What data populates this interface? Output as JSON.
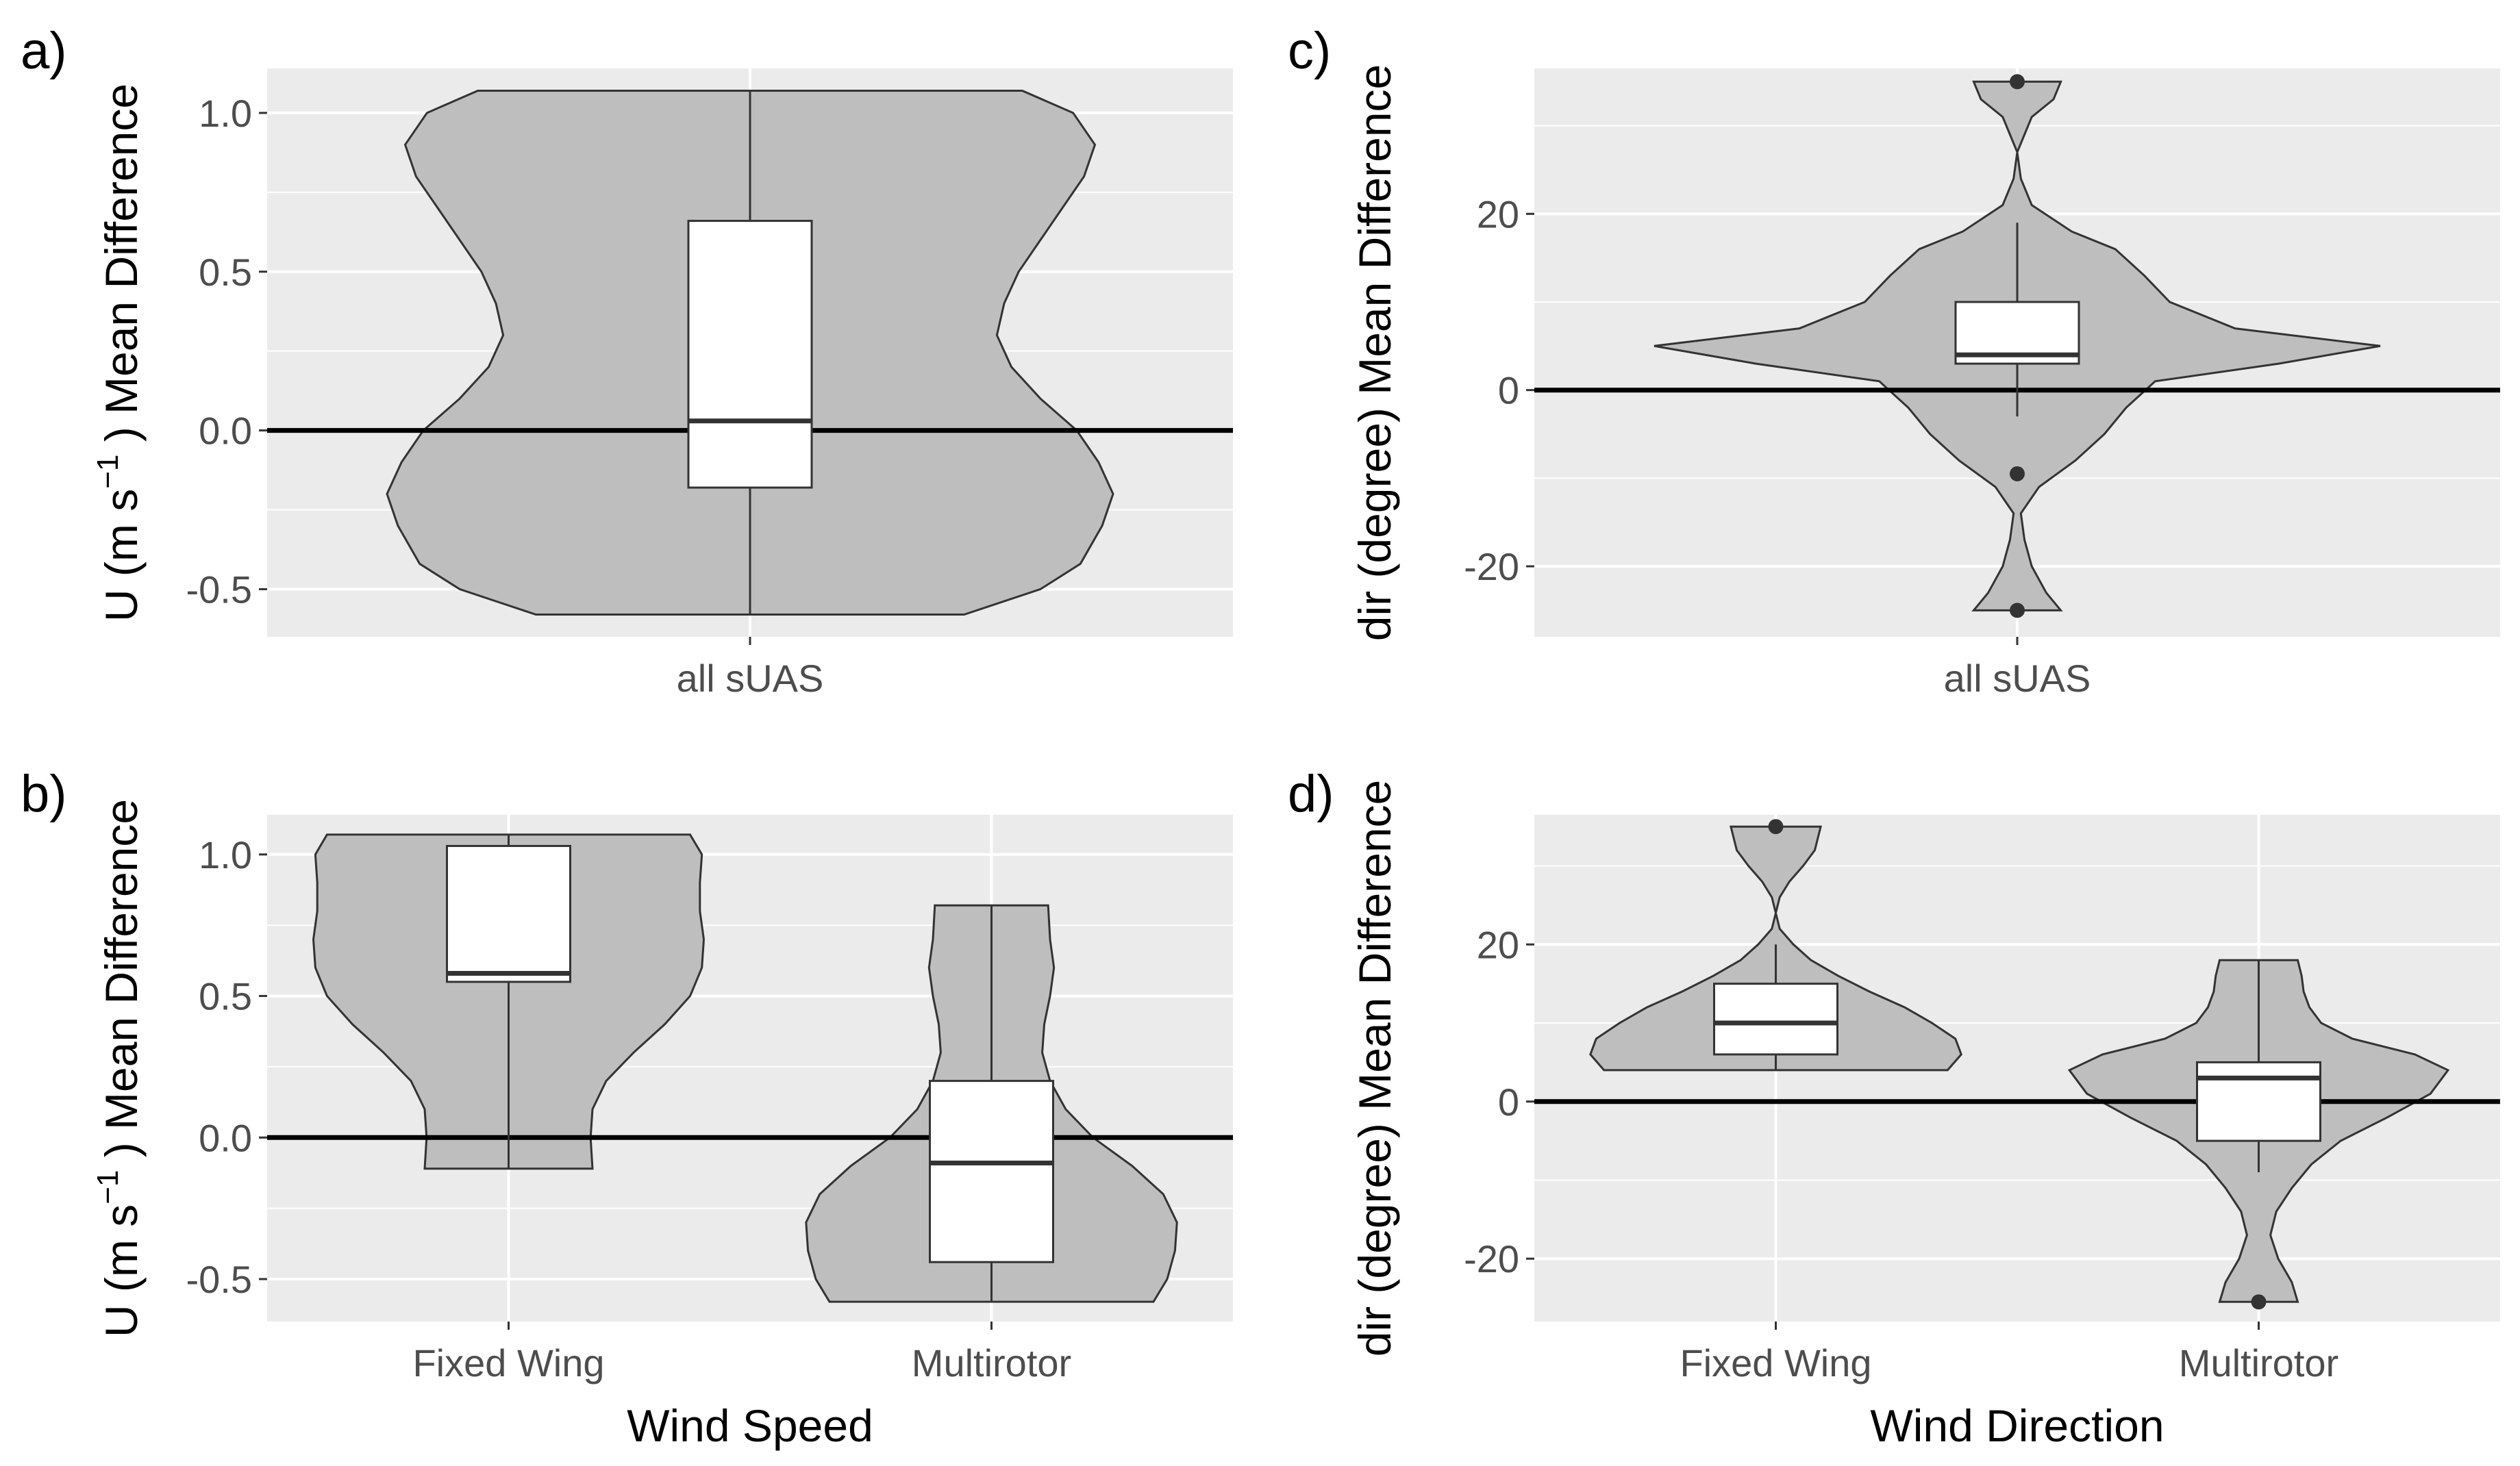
{
  "colors": {
    "panel_background": "#EBEBEB",
    "grid_major": "#FFFFFF",
    "violin_fill": "#BEBEBE",
    "violin_outline": "#333333",
    "box_fill": "#FFFFFF",
    "zero_line": "#000000",
    "outlier": "#333333"
  },
  "chart_data": [
    {
      "panel": "a)",
      "type": "violin",
      "xlabel": "",
      "ylabel": "U (m s-1) Mean Difference",
      "ylabel_parts": {
        "main": "U (m s",
        "sup": "−1",
        "tail": " ) Mean Difference"
      },
      "ylim": [
        -0.65,
        1.14
      ],
      "yticks": [
        1.0,
        0.5,
        0.0,
        -0.5
      ],
      "ytick_labels": [
        "1.0",
        "0.5",
        "0.0",
        "-0.5"
      ],
      "hline": 0,
      "categories": [
        "all sUAS"
      ],
      "series": [
        {
          "category": "all sUAS",
          "min": -0.58,
          "q1": -0.18,
          "median": 0.03,
          "q3": 0.66,
          "max": 1.07,
          "whisker_low": -0.58,
          "whisker_high": 1.07,
          "outliers": [],
          "density": [
            [
              -0.58,
              0.59
            ],
            [
              -0.5,
              0.8
            ],
            [
              -0.42,
              0.91
            ],
            [
              -0.3,
              0.97
            ],
            [
              -0.2,
              1.0
            ],
            [
              -0.1,
              0.96
            ],
            [
              0.0,
              0.9
            ],
            [
              0.1,
              0.8
            ],
            [
              0.2,
              0.72
            ],
            [
              0.3,
              0.68
            ],
            [
              0.4,
              0.7
            ],
            [
              0.5,
              0.74
            ],
            [
              0.6,
              0.8
            ],
            [
              0.7,
              0.86
            ],
            [
              0.8,
              0.92
            ],
            [
              0.9,
              0.95
            ],
            [
              1.0,
              0.89
            ],
            [
              1.07,
              0.75
            ]
          ]
        }
      ]
    },
    {
      "panel": "b)",
      "type": "violin",
      "xlabel": "Wind Speed",
      "ylabel": "U (m s-1) Mean Difference",
      "ylabel_parts": {
        "main": "U (m s",
        "sup": "−1",
        "tail": " ) Mean Difference"
      },
      "ylim": [
        -0.65,
        1.14
      ],
      "yticks": [
        1.0,
        0.5,
        0.0,
        -0.5
      ],
      "ytick_labels": [
        "1.0",
        "0.5",
        "0.0",
        "-0.5"
      ],
      "hline": 0,
      "categories": [
        "Fixed Wing",
        "Multirotor"
      ],
      "series": [
        {
          "category": "Fixed Wing",
          "min": -0.11,
          "q1": 0.55,
          "median": 0.58,
          "q3": 1.03,
          "max": 1.07,
          "whisker_low": -0.11,
          "whisker_high": 1.07,
          "outliers": [],
          "density": [
            [
              -0.11,
              0.43
            ],
            [
              0.0,
              0.42
            ],
            [
              0.1,
              0.43
            ],
            [
              0.2,
              0.5
            ],
            [
              0.3,
              0.64
            ],
            [
              0.4,
              0.8
            ],
            [
              0.5,
              0.93
            ],
            [
              0.6,
              0.99
            ],
            [
              0.7,
              1.0
            ],
            [
              0.8,
              0.98
            ],
            [
              0.9,
              0.98
            ],
            [
              1.0,
              0.99
            ],
            [
              1.07,
              0.93
            ]
          ]
        },
        {
          "category": "Multirotor",
          "min": -0.58,
          "q1": -0.44,
          "median": -0.09,
          "q3": 0.2,
          "max": 0.82,
          "whisker_low": -0.58,
          "whisker_high": 0.82,
          "outliers": [],
          "density": [
            [
              -0.58,
              0.83
            ],
            [
              -0.5,
              0.9
            ],
            [
              -0.4,
              0.94
            ],
            [
              -0.3,
              0.95
            ],
            [
              -0.2,
              0.88
            ],
            [
              -0.1,
              0.72
            ],
            [
              0.0,
              0.52
            ],
            [
              0.1,
              0.38
            ],
            [
              0.2,
              0.3
            ],
            [
              0.3,
              0.26
            ],
            [
              0.4,
              0.27
            ],
            [
              0.5,
              0.3
            ],
            [
              0.6,
              0.32
            ],
            [
              0.7,
              0.3
            ],
            [
              0.82,
              0.29
            ]
          ]
        }
      ]
    },
    {
      "panel": "c)",
      "type": "violin",
      "xlabel": "",
      "ylabel": "dir (degree) Mean Difference",
      "ylim": [
        -28,
        36.5
      ],
      "yticks": [
        20,
        0,
        -20
      ],
      "ytick_labels": [
        "20",
        "0",
        "-20"
      ],
      "hline": 0,
      "categories": [
        "all sUAS"
      ],
      "series": [
        {
          "category": "all sUAS",
          "min": -3,
          "q1": 3,
          "median": 4,
          "q3": 10,
          "max": 19,
          "whisker_low": -3,
          "whisker_high": 19,
          "outliers": [
            -9.5,
            -25,
            35
          ],
          "density": [
            [
              -25,
              0.12
            ],
            [
              -23,
              0.08
            ],
            [
              -20,
              0.04
            ],
            [
              -17,
              0.02
            ],
            [
              -14,
              0.01
            ],
            [
              -11,
              0.06
            ],
            [
              -8,
              0.16
            ],
            [
              -5,
              0.24
            ],
            [
              -2,
              0.3
            ],
            [
              1,
              0.38
            ],
            [
              3,
              0.72
            ],
            [
              5,
              1.0
            ],
            [
              7,
              0.6
            ],
            [
              10,
              0.42
            ],
            [
              13,
              0.35
            ],
            [
              16,
              0.27
            ],
            [
              18,
              0.15
            ],
            [
              21,
              0.04
            ],
            [
              24,
              0.01
            ],
            [
              27,
              0.0
            ],
            [
              29,
              0.02
            ],
            [
              31,
              0.04
            ],
            [
              33,
              0.1
            ],
            [
              35,
              0.12
            ]
          ]
        }
      ]
    },
    {
      "panel": "d)",
      "type": "violin",
      "xlabel": "Wind Direction",
      "ylabel": "dir (degree) Mean Difference",
      "ylim": [
        -28,
        36.5
      ],
      "yticks": [
        20,
        0,
        -20
      ],
      "ytick_labels": [
        "20",
        "0",
        "-20"
      ],
      "hline": 0,
      "categories": [
        "Fixed Wing",
        "Multirotor"
      ],
      "series": [
        {
          "category": "Fixed Wing",
          "min": 4,
          "q1": 6,
          "median": 10,
          "q3": 15,
          "max": 20,
          "whisker_low": 4,
          "whisker_high": 20,
          "outliers": [
            35
          ],
          "density": [
            [
              4,
              0.88
            ],
            [
              6,
              0.95
            ],
            [
              8,
              0.92
            ],
            [
              10,
              0.8
            ],
            [
              12,
              0.66
            ],
            [
              14,
              0.48
            ],
            [
              16,
              0.32
            ],
            [
              18,
              0.18
            ],
            [
              20,
              0.09
            ],
            [
              22,
              0.02
            ],
            [
              24,
              0.0
            ],
            [
              26,
              0.02
            ],
            [
              28,
              0.07
            ],
            [
              30,
              0.14
            ],
            [
              32,
              0.2
            ],
            [
              35,
              0.23
            ]
          ]
        },
        {
          "category": "Multirotor",
          "min": -9,
          "q1": -5,
          "median": 3,
          "q3": 5,
          "max": 18,
          "whisker_low": -9,
          "whisker_high": 18,
          "outliers": [
            -25.5
          ],
          "density": [
            [
              -25.5,
              0.2
            ],
            [
              -23,
              0.17
            ],
            [
              -20,
              0.1
            ],
            [
              -17,
              0.06
            ],
            [
              -14,
              0.09
            ],
            [
              -11,
              0.17
            ],
            [
              -8,
              0.27
            ],
            [
              -5,
              0.42
            ],
            [
              -2,
              0.66
            ],
            [
              1,
              0.88
            ],
            [
              4,
              0.97
            ],
            [
              6,
              0.8
            ],
            [
              8,
              0.48
            ],
            [
              10,
              0.32
            ],
            [
              12,
              0.26
            ],
            [
              14,
              0.23
            ],
            [
              16,
              0.22
            ],
            [
              18,
              0.2
            ]
          ]
        }
      ]
    }
  ]
}
